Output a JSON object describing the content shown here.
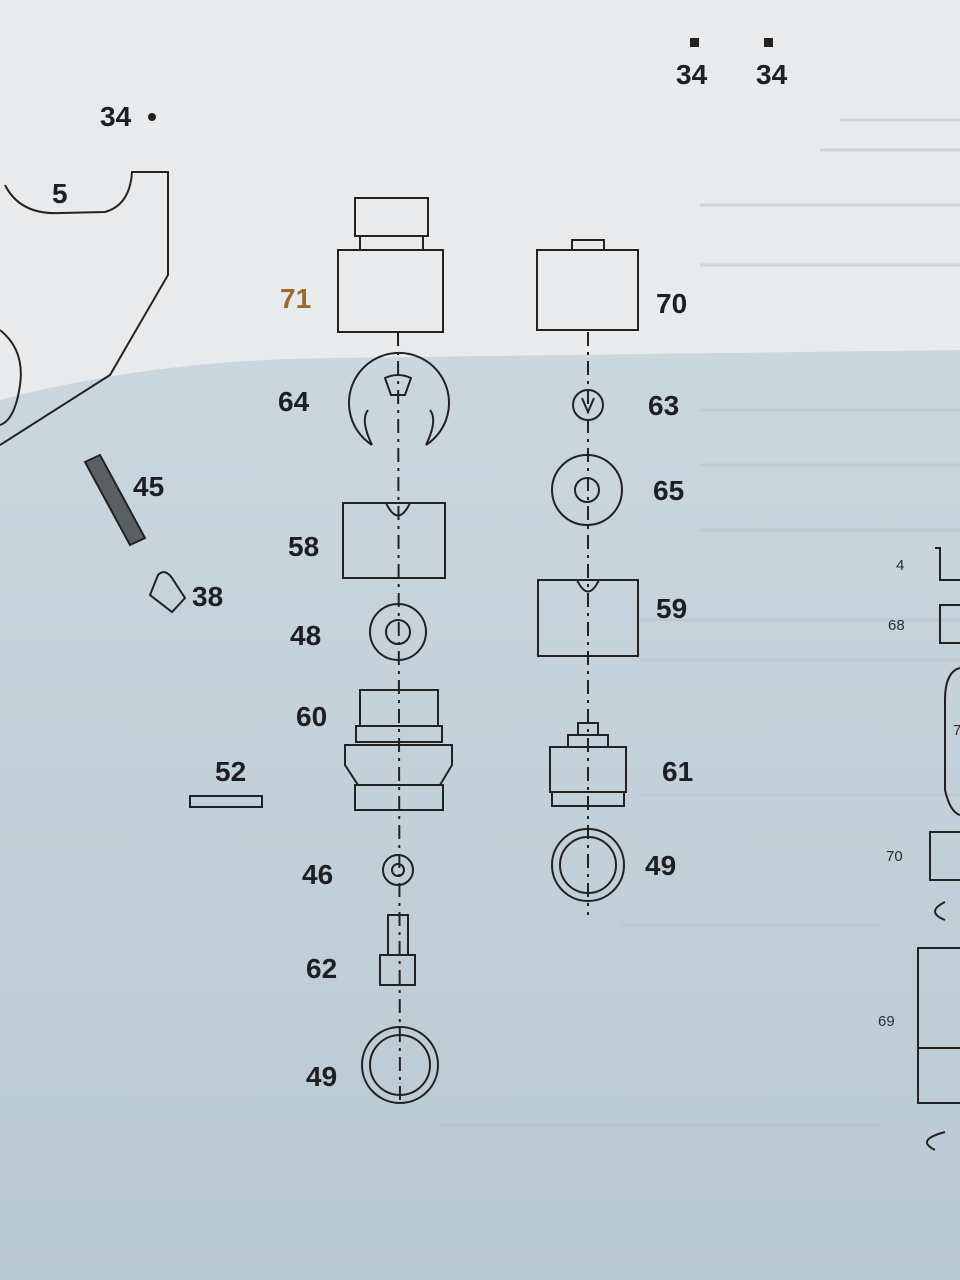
{
  "colors": {
    "paper_top": "#e8eaec",
    "paper_shadow": "#c4d2db",
    "ink": "#1d1f22",
    "highlight_label": "#9c6a2c"
  },
  "labels": {
    "p34a": "34",
    "p34b": "34",
    "p34c": "34",
    "p5": "5",
    "p71": "71",
    "p70": "70",
    "p64": "64",
    "p63": "63",
    "p45": "45",
    "p65": "65",
    "p58": "58",
    "p38": "38",
    "p48": "48",
    "p59": "59",
    "p60": "60",
    "p52": "52",
    "p61": "61",
    "p46": "46",
    "p49a": "49",
    "p62": "62",
    "p49b": "49",
    "r4": "4",
    "r68": "68",
    "r7": "7",
    "r70": "70",
    "r69": "69"
  }
}
